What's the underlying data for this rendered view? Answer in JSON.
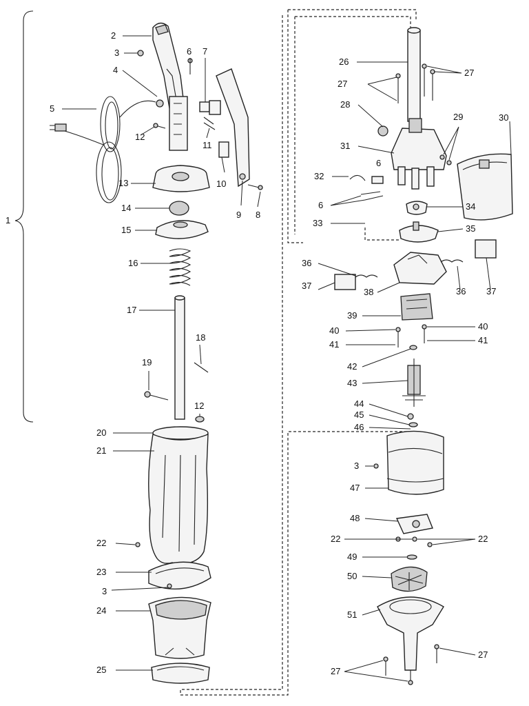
{
  "callouts": {
    "c1": "1",
    "c2": "2",
    "c3a": "3",
    "c4": "4",
    "c5": "5",
    "c6a": "6",
    "c7": "7",
    "c8": "8",
    "c9": "9",
    "c10": "10",
    "c11": "11",
    "c12a": "12",
    "c13": "13",
    "c14": "14",
    "c15": "15",
    "c16": "16",
    "c17": "17",
    "c18": "18",
    "c19": "19",
    "c12b": "12",
    "c20": "20",
    "c21": "21",
    "c22a": "22",
    "c23": "23",
    "c3b": "3",
    "c24": "24",
    "c25": "25",
    "c26": "26",
    "c27a": "27",
    "c27b": "27",
    "c28": "28",
    "c29": "29",
    "c30": "30",
    "c31": "31",
    "c32": "32",
    "c6b": "6",
    "c6c": "6",
    "c33": "33",
    "c34": "34",
    "c35": "35",
    "c36a": "36",
    "c36b": "36",
    "c37a": "37",
    "c37b": "37",
    "c38": "38",
    "c39": "39",
    "c40a": "40",
    "c40b": "40",
    "c41a": "41",
    "c41b": "41",
    "c42": "42",
    "c43": "43",
    "c44": "44",
    "c45": "45",
    "c46": "46",
    "c3c": "3",
    "c47": "47",
    "c48": "48",
    "c22b": "22",
    "c22c": "22",
    "c49": "49",
    "c50": "50",
    "c51": "51",
    "c27c": "27",
    "c27d": "27"
  }
}
